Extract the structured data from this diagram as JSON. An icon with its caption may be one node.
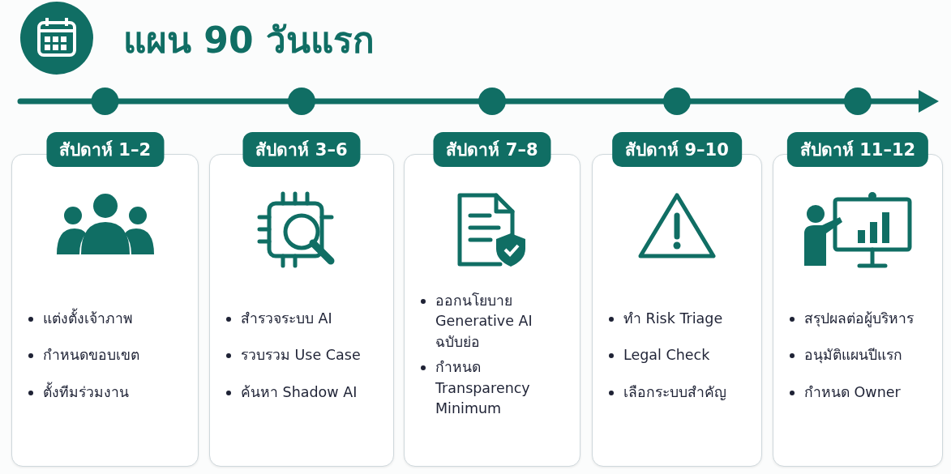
{
  "diagram": {
    "title": "แผน 90 วันแรก",
    "nodes": [
      {
        "text": [
          "สัปดาห์ 1–2",
          "แต่งตั้งเจ้าภาพ",
          "กำหนดขอบเขต",
          "ตั้งทีมร่วมงาน"
        ]
      },
      {
        "text": [
          "สัปดาห์ 3–6",
          "สำรวจระบบ AI",
          "รวบรวม Use Case",
          "ค้นหา Shadow AI"
        ]
      },
      {
        "text": [
          "สัปดาห์ 7–8",
          "ออกนโยบาย Generative AI ฉบับย่อ",
          "กำหนด Transparency Minimum"
        ]
      },
      {
        "text": [
          "สัปดาห์ 9–10",
          "ทำ Risk Triage",
          "Legal Check",
          "เลือกระบบสำคัญ"
        ]
      },
      {
        "text": [
          "สัปดาห์ 11–12",
          "สรุปผลต่อผู้บริหาร",
          "อนุมัติแผนปีแรก",
          "กำหนด Owner"
        ]
      }
    ]
  }
}
